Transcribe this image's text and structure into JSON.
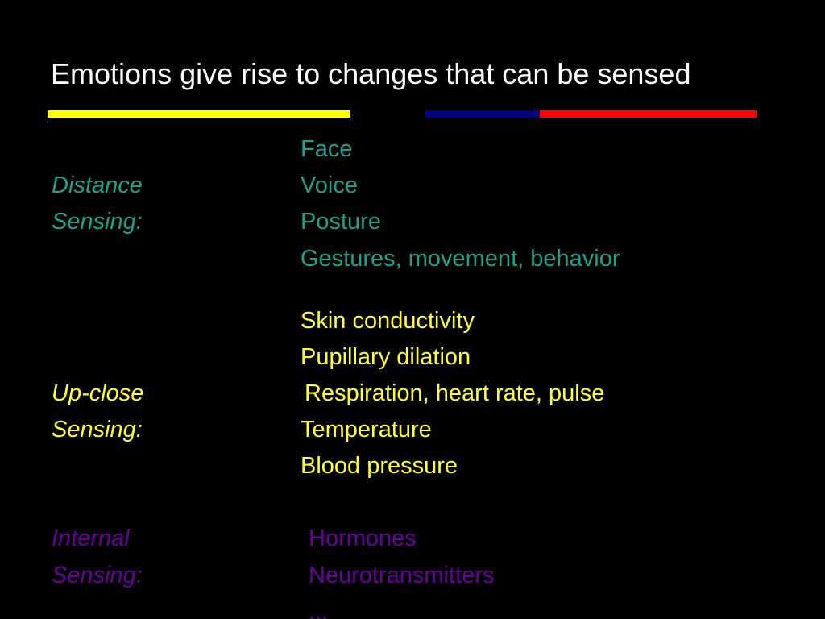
{
  "title": "Emotions give rise to changes that can be sensed",
  "colors": {
    "background": "#000000",
    "title": "#ffffff",
    "rule_yellow": "#ffff00",
    "rule_blue": "#000080",
    "rule_red": "#ff0000",
    "distance": "#1fa08a",
    "upclose": "#ffff33",
    "internal": "#660099"
  },
  "distance": {
    "label_line1": "Distance",
    "label_line2": "Sensing:",
    "items": [
      "Face",
      "Voice",
      "Posture",
      "Gestures, movement, behavior"
    ]
  },
  "upclose": {
    "label_line1": "Up-close",
    "label_line2": "Sensing:",
    "items": [
      "Skin conductivity",
      "Pupillary dilation",
      "Respiration, heart rate, pulse",
      "Temperature",
      "Blood pressure"
    ]
  },
  "internal": {
    "label_line1": "Internal",
    "label_line2": "Sensing:",
    "items": [
      "Hormones",
      "Neurotransmitters",
      "..."
    ]
  }
}
